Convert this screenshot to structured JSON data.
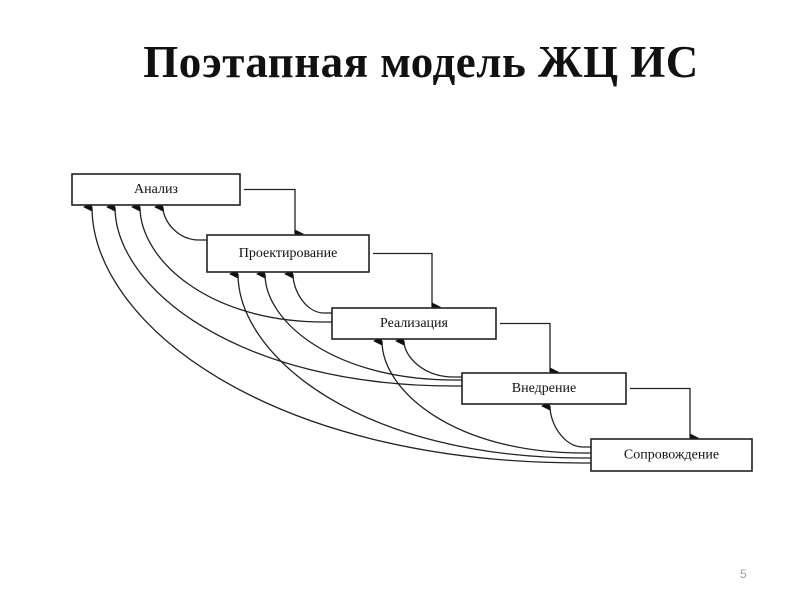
{
  "slide": {
    "title": "Поэтапная модель ЖЦ ИС",
    "page_number": "5"
  },
  "diagram": {
    "stages": [
      "Анализ",
      "Проектирование",
      "Реализация",
      "Внедрение",
      "Сопровождение"
    ],
    "forward_edges": [
      [
        0,
        1
      ],
      [
        1,
        2
      ],
      [
        2,
        3
      ],
      [
        3,
        4
      ]
    ],
    "feedback_edges": [
      [
        1,
        0
      ],
      [
        2,
        0
      ],
      [
        3,
        0
      ],
      [
        4,
        0
      ],
      [
        2,
        1
      ],
      [
        3,
        1
      ],
      [
        4,
        1
      ],
      [
        3,
        2
      ],
      [
        4,
        2
      ],
      [
        4,
        3
      ]
    ]
  }
}
